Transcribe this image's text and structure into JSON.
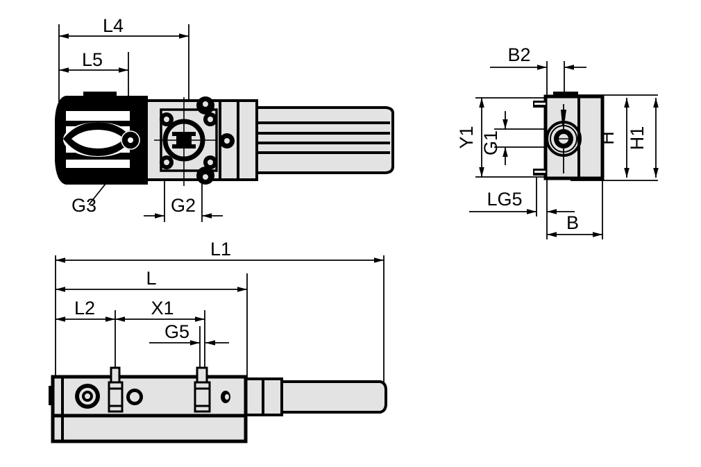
{
  "drawing": {
    "title": "Technical dimensioned drawing - gripper / actuator unit",
    "background_color": "#ffffff",
    "line_color": "#000000",
    "body_fill": "#e3e3e3",
    "dark_fill": "#000000",
    "views": [
      {
        "name": "top-view",
        "position": "upper-left",
        "description": "Top view of actuator with dark motor block, square flange with 4 corner bolts, and ribbed cylinder barrel",
        "labels": [
          "L4",
          "L5",
          "G3",
          "G2"
        ]
      },
      {
        "name": "end-view",
        "position": "upper-right",
        "description": "End / cross-section view showing concentric bore and mounting rails",
        "labels": [
          "B2",
          "Y1",
          "G1",
          "H",
          "H1",
          "LG5",
          "B"
        ]
      },
      {
        "name": "side-view",
        "position": "lower-left",
        "description": "Side view with two sensor pins and tapered shaft",
        "labels": [
          "L1",
          "L",
          "L2",
          "X1",
          "G5"
        ]
      }
    ],
    "dimensions": {
      "L4": {
        "label": "L4",
        "view": "top-view",
        "orientation": "horizontal"
      },
      "L5": {
        "label": "L5",
        "view": "top-view",
        "orientation": "horizontal"
      },
      "G3": {
        "label": "G3",
        "view": "top-view",
        "orientation": "leader"
      },
      "G2": {
        "label": "G2",
        "view": "top-view",
        "orientation": "horizontal"
      },
      "B2": {
        "label": "B2",
        "view": "end-view",
        "orientation": "horizontal"
      },
      "Y1": {
        "label": "Y1",
        "view": "end-view",
        "orientation": "vertical"
      },
      "G1": {
        "label": "G1",
        "view": "end-view",
        "orientation": "vertical"
      },
      "H": {
        "label": "H",
        "view": "end-view",
        "orientation": "vertical"
      },
      "H1": {
        "label": "H1",
        "view": "end-view",
        "orientation": "vertical"
      },
      "LG5": {
        "label": "LG5",
        "view": "end-view",
        "orientation": "horizontal"
      },
      "B": {
        "label": "B",
        "view": "end-view",
        "orientation": "horizontal"
      },
      "L1": {
        "label": "L1",
        "view": "side-view",
        "orientation": "horizontal"
      },
      "L": {
        "label": "L",
        "view": "side-view",
        "orientation": "horizontal"
      },
      "L2": {
        "label": "L2",
        "view": "side-view",
        "orientation": "horizontal"
      },
      "X1": {
        "label": "X1",
        "view": "side-view",
        "orientation": "horizontal"
      },
      "G5": {
        "label": "G5",
        "view": "side-view",
        "orientation": "horizontal"
      }
    }
  }
}
